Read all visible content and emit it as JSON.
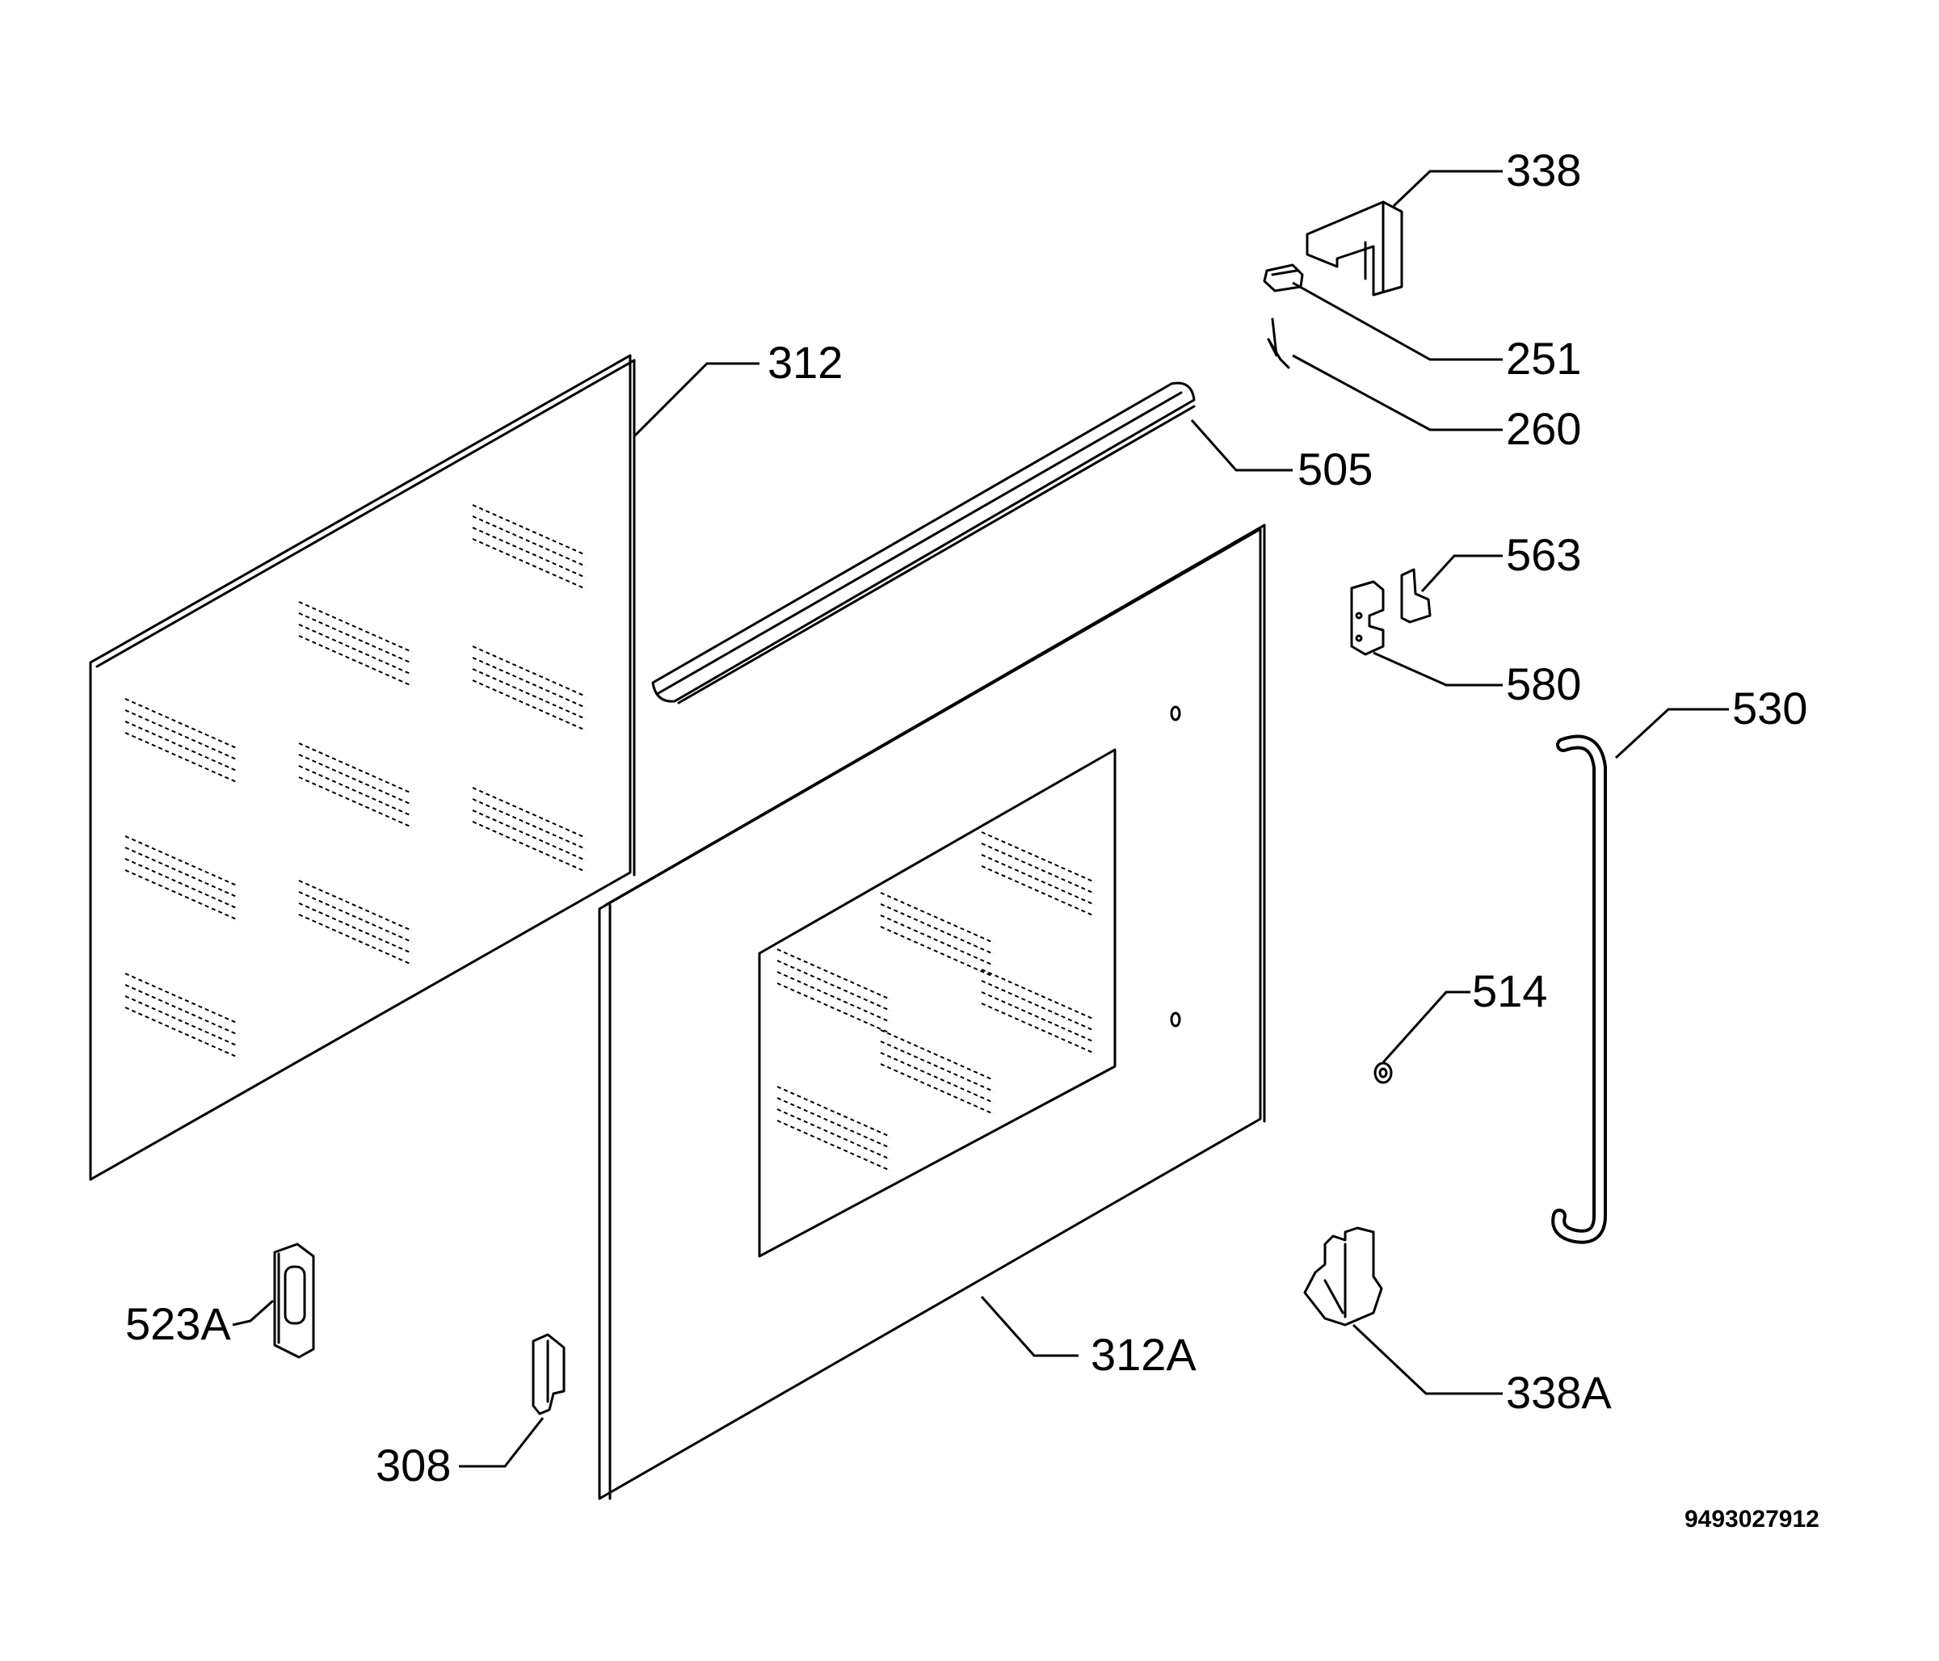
{
  "callouts": {
    "c338": "338",
    "c251": "251",
    "c260": "260",
    "c312": "312",
    "c505": "505",
    "c563": "563",
    "c580": "580",
    "c530": "530",
    "c514": "514",
    "c523A": "523A",
    "c312A": "312A",
    "c308": "308",
    "c338A": "338A"
  },
  "document_number": "9493027912"
}
